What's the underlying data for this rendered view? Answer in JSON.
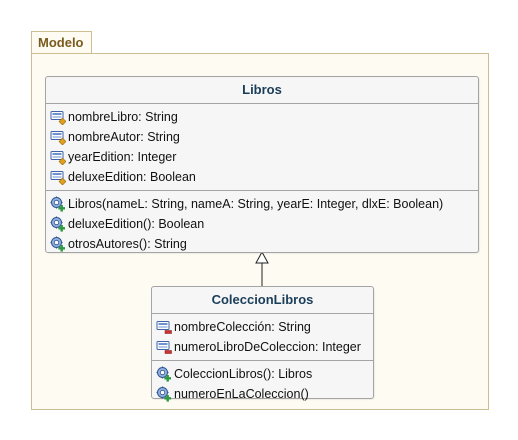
{
  "package": {
    "name": "Modelo"
  },
  "classes": [
    {
      "name": "Libros",
      "attributes": [
        {
          "text": "nombreLibro: String",
          "icon": "protected-attribute-icon"
        },
        {
          "text": "nombreAutor: String",
          "icon": "protected-attribute-icon"
        },
        {
          "text": "yearEdition: Integer",
          "icon": "protected-attribute-icon"
        },
        {
          "text": "deluxeEdition: Boolean",
          "icon": "protected-attribute-icon"
        }
      ],
      "operations": [
        {
          "text": "Libros(nameL: String, nameA: String, yearE: Integer, dlxE: Boolean)",
          "icon": "public-operation-icon"
        },
        {
          "text": "deluxeEdition(): Boolean",
          "icon": "public-operation-icon"
        },
        {
          "text": "otrosAutores(): String",
          "icon": "public-operation-icon"
        }
      ]
    },
    {
      "name": "ColeccionLibros",
      "attributes": [
        {
          "text": "nombreColección: String",
          "icon": "private-attribute-icon"
        },
        {
          "text": "numeroLibroDeColeccion: Integer",
          "icon": "private-attribute-icon"
        }
      ],
      "operations": [
        {
          "text": "ColeccionLibros(): Libros",
          "icon": "public-operation-icon"
        },
        {
          "text": "numeroEnLaColeccion()",
          "icon": "public-operation-icon"
        }
      ]
    }
  ],
  "relations": [
    {
      "type": "generalization",
      "from": "ColeccionLibros",
      "to": "Libros"
    }
  ],
  "colors": {
    "package_border": "#cdbe92",
    "package_text": "#7a5a1e",
    "class_title": "#1a3e5a",
    "protected_marker": "#e0a020",
    "private_marker": "#d03030",
    "public_marker": "#2e9a40"
  }
}
